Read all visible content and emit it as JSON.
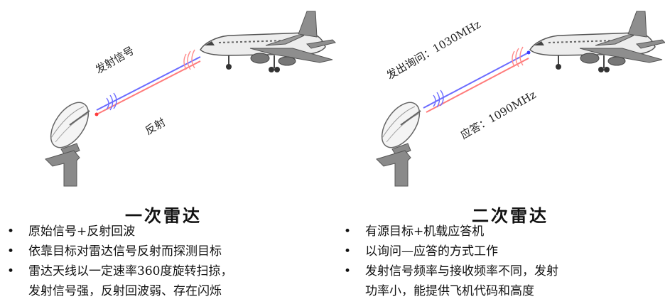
{
  "left": {
    "title": "一次雷达",
    "label_emit": "发射信号",
    "label_reflect": "反射",
    "bullets": [
      "原始信号+反射回波",
      "依靠目标对雷达信号反射而探测目标",
      "雷达天线以一定速率360度旋转扫掠，",
      "发射信号强，反射回波弱、存在闪烁"
    ]
  },
  "right": {
    "title": "二次雷达",
    "label_interrogate": "发出询问：1030MHz",
    "label_reply": "应答：1090MHz",
    "bullets": [
      "有源目标+机载应答机",
      "以询问—应答的方式工作",
      "发射信号频率与接收频率不同，发射",
      "功率小，能提供飞机代码和高度"
    ]
  },
  "bullet_symbol": "•",
  "colors": {
    "emit_line": "#6b6bff",
    "reflect_line": "#ff7b7b",
    "structure": "#8c8c8c"
  }
}
